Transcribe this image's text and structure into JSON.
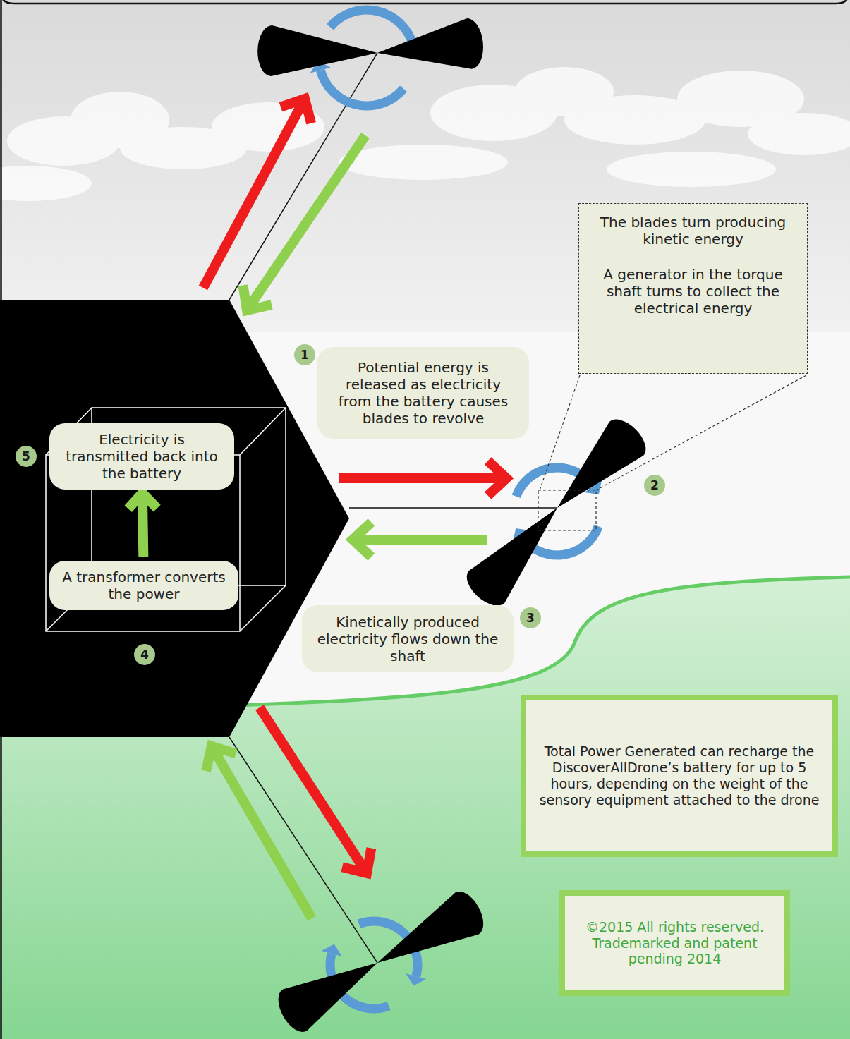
{
  "diagram": {
    "nodes": [
      {
        "text": [
          "The blades turn producing kinetic energy",
          "A generator in the torque shaft turns to collect the electrical energy"
        ]
      },
      {
        "text": [
          "Potential energy is released as electricity from the battery causes blades to revolve"
        ]
      },
      {
        "text": [
          "Electricity is transmitted back into the battery"
        ]
      },
      {
        "text": [
          "A transformer converts the power"
        ]
      },
      {
        "text": [
          "Kinetically produced electricity flows down the shaft"
        ]
      },
      {
        "text": [
          "Total Power Generated can recharge the DiscoverAllDrone’s battery for up to 5 hours, depending on the weight of the sensory equipment attached to the drone"
        ]
      },
      {
        "text": [
          "©2015 All rights reserved. Trademarked and patent pending 2014"
        ]
      }
    ],
    "edges": [
      {
        "from": 3,
        "to": 2,
        "arrow": "to"
      }
    ],
    "labels": [
      "1",
      "2",
      "3",
      "4",
      "5"
    ]
  }
}
